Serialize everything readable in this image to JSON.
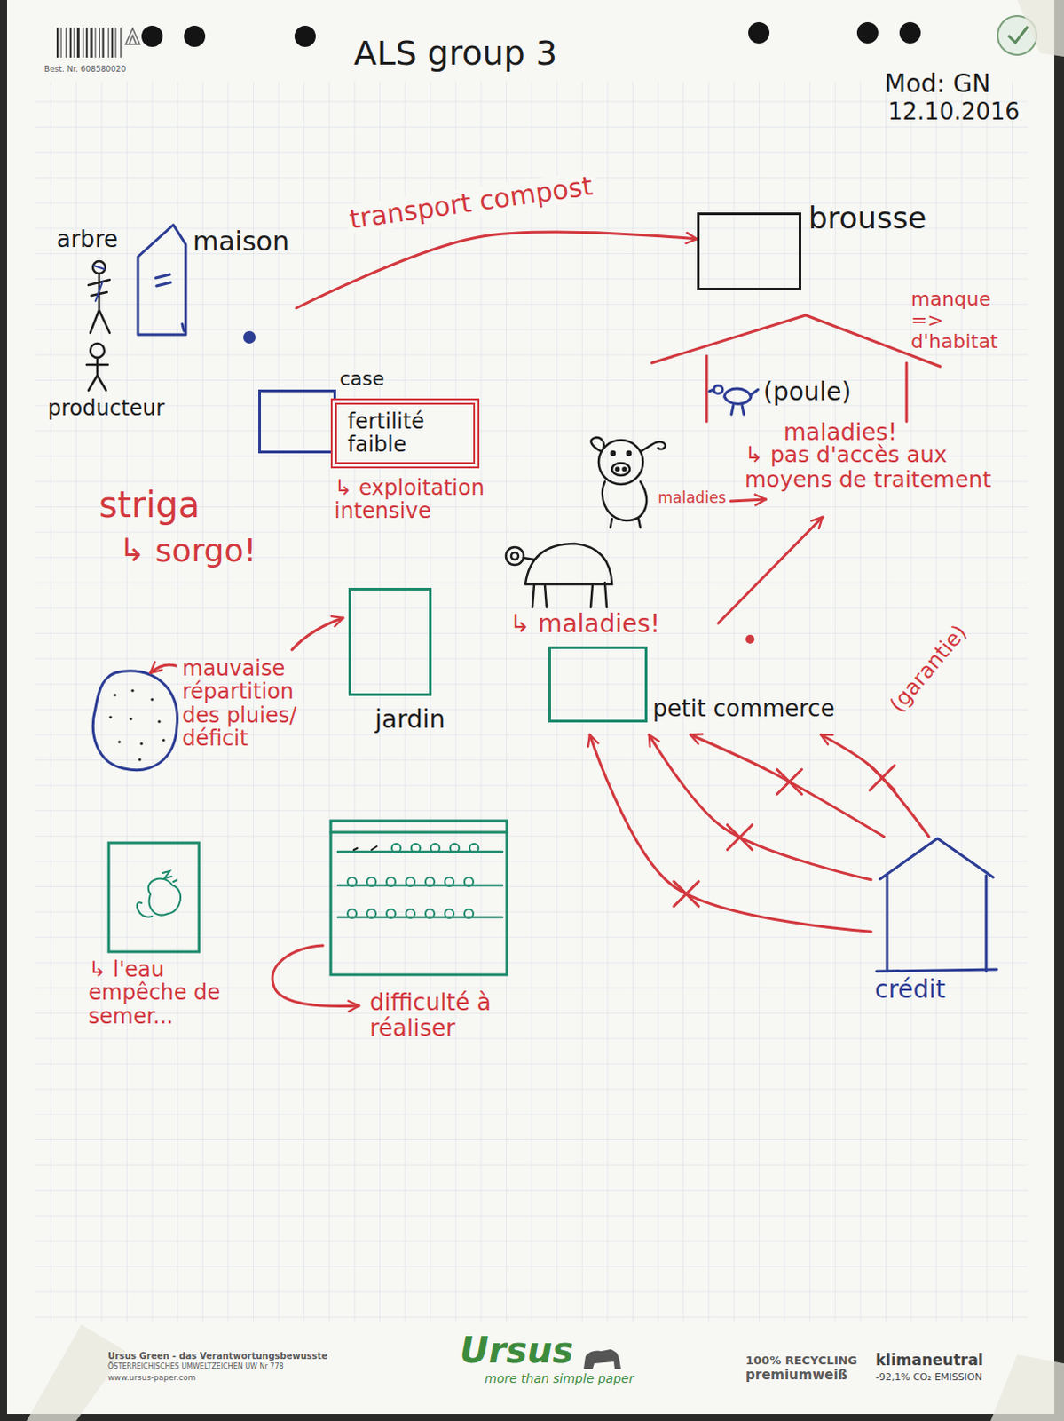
{
  "diagram": {
    "title": "ALS group 3",
    "nodes": [
      {
        "text": [
          "maison"
        ]
      },
      {
        "text": [
          "brousse"
        ]
      },
      {
        "text": [
          "(poule)"
        ]
      },
      {
        "text": [
          "case"
        ]
      },
      {
        "text": [
          "fertilité faible"
        ]
      },
      {
        "text": [
          "jardin"
        ]
      },
      {
        "text": [
          "petit commerce"
        ]
      },
      {
        "text": [
          "crédit"
        ]
      }
    ],
    "edges": [
      {
        "from": 0,
        "to": 1,
        "label": "transport compost",
        "arrow": "to"
      },
      {
        "from": 7,
        "to": 6,
        "arrow": "to"
      },
      {
        "from": 7,
        "to": 6,
        "arrow": "to"
      },
      {
        "from": 7,
        "to": 6,
        "arrow": "to"
      },
      {
        "from": 7,
        "to": 6,
        "arrow": "to"
      }
    ],
    "labels": [
      "Mod: GN",
      "12.10.2016",
      "arbre",
      "producteur",
      "manque => d'habitat",
      "maladies!",
      "↳ pas d'accès aux moyens de traitement",
      "↳ exploitation intensive",
      "striga",
      "↳ sorgo!",
      "maladies",
      "↳ maladies!",
      "mauvaise répartition des pluies/ déficit",
      "(garantie)",
      "↳ l'eau empêche de semer...",
      "difficulté à réaliser",
      "Best. Nr. 608580020",
      "Ursus Green - das Verantwortungsbewusste",
      "ÖSTERREICHISCHES UMWELTZEICHEN UW Nr 778",
      "www.ursus-paper.com",
      "Ursus",
      "more than simple paper",
      "100% RECYCLING",
      "premiumweiß",
      "klimaneutral",
      "-92,1% CO₂ EMISSION"
    ]
  }
}
